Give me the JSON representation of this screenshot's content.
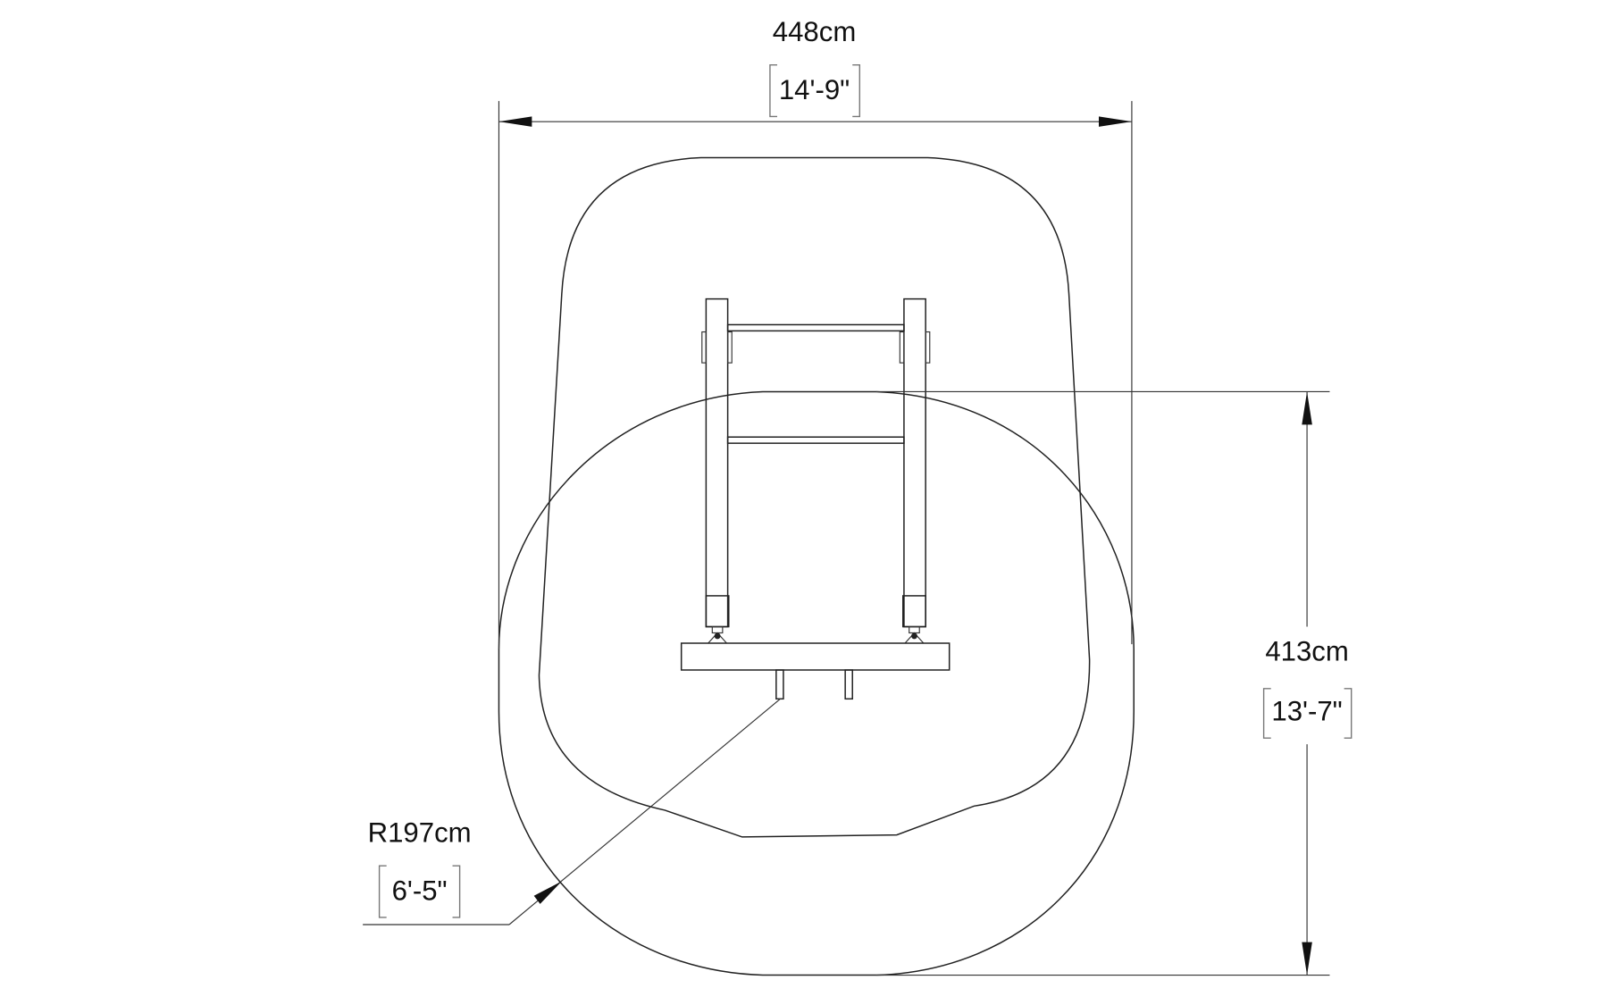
{
  "dimensions": {
    "width": {
      "metric": "448cm",
      "imperial": "14'-9\""
    },
    "height": {
      "metric": "413cm",
      "imperial": "13'-7\""
    },
    "radius": {
      "metric": "R197cm",
      "imperial": "6'-5\""
    }
  },
  "colors": {
    "line": "#222222",
    "background": "#ffffff"
  }
}
